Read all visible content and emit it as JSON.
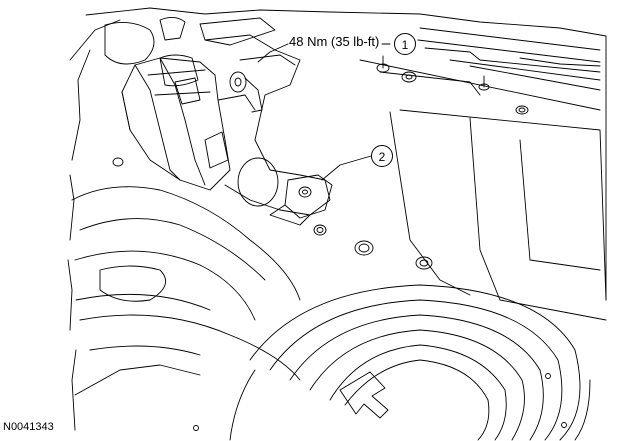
{
  "figure_id": "N0041343",
  "callouts": [
    {
      "number": "1",
      "spec": "48 Nm (35 lb-ft)"
    },
    {
      "number": "2"
    }
  ],
  "colors": {
    "line": "#000000",
    "background": "#ffffff"
  }
}
